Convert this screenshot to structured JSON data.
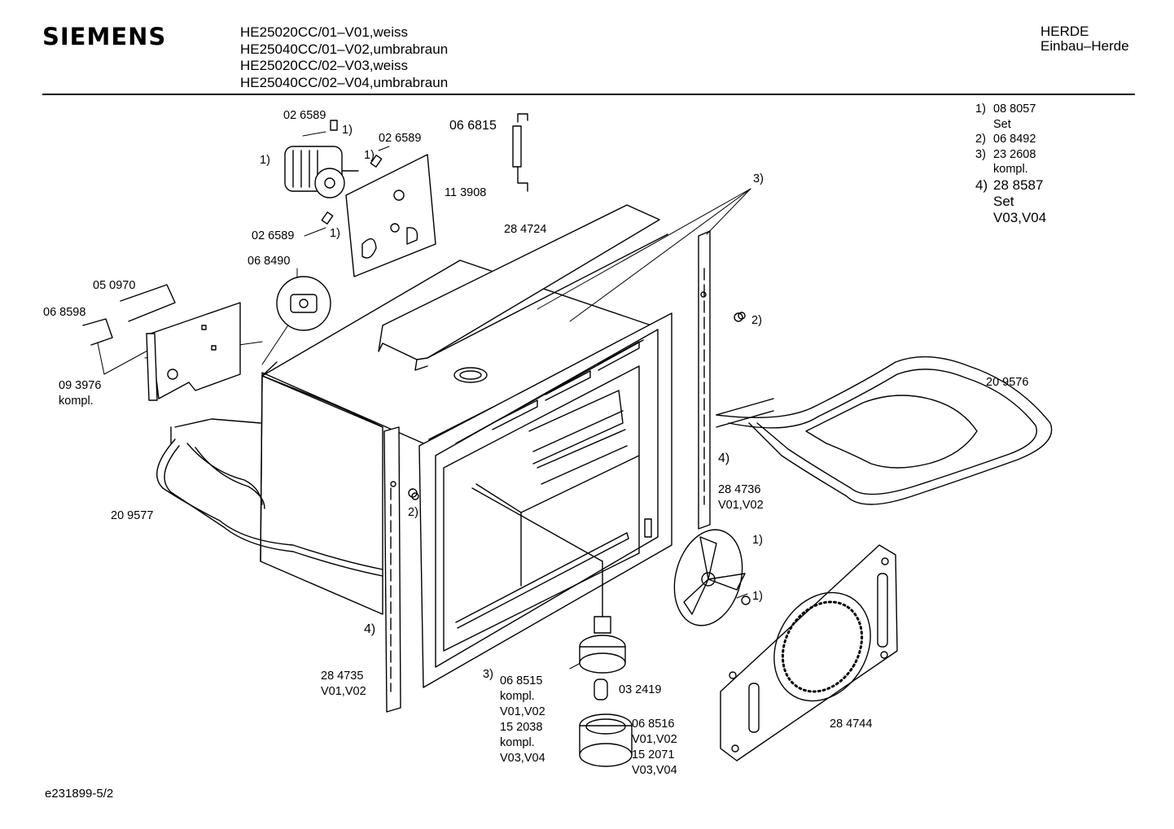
{
  "header": {
    "brand": "SIEMENS",
    "models": [
      "HE25020CC/01–V01,weiss",
      "HE25040CC/01–V02,umbrabraun",
      "HE25020CC/02–V03,weiss",
      "HE25040CC/02–V04,umbrabraun"
    ],
    "category": "HERDE",
    "subcategory": "Einbau–Herde"
  },
  "notes": [
    {
      "key": "1)",
      "lines": [
        "08 8057",
        "Set"
      ]
    },
    {
      "key": "2)",
      "lines": [
        "06 8492"
      ]
    },
    {
      "key": "3)",
      "lines": [
        "23 2608",
        "kompl."
      ]
    },
    {
      "key": "4)",
      "lines": [
        "28 8587",
        "Set",
        "V03,V04"
      ]
    }
  ],
  "labels": {
    "p026589_a": "02 6589",
    "p026589_b": "02 6589",
    "p026589_c": "02 6589",
    "ref1_a": "1)",
    "ref1_b": "1)",
    "ref1_c": "1)",
    "ref1_d": "1)",
    "p066815": "06 6815",
    "p113908": "11 3908",
    "p284724": "28 4724",
    "p068490": "06 8490",
    "p050970": "05 0970",
    "p068598": "06 8598",
    "p093976": "09 3976",
    "p093976_note": "kompl.",
    "ref3_top": "3)",
    "ref2_right": "2)",
    "p209576": "20 9576",
    "ref4_right": "4)",
    "p284736": "28 4736",
    "p284736_v": "V01,V02",
    "p209577": "20 9577",
    "ref2_left": "2)",
    "ref4_left": "4)",
    "p284735": "28 4735",
    "p284735_v": "V01,V02",
    "ref1_fan": "1)",
    "ref1_nut": "1)",
    "p284744": "28 4744",
    "ref3_bottom": "3)",
    "p068515": "06 8515",
    "p068515_a": "kompl.",
    "p068515_b": "V01,V02",
    "p068515_c": "15 2038",
    "p068515_d": "kompl.",
    "p068515_e": "V03,V04",
    "p032419": "03 2419",
    "p068516": "06 8516",
    "p068516_a": "V01,V02",
    "p068516_b": "15 2071",
    "p068516_c": "V03,V04"
  },
  "footer": {
    "code": "e231899-5/2"
  }
}
